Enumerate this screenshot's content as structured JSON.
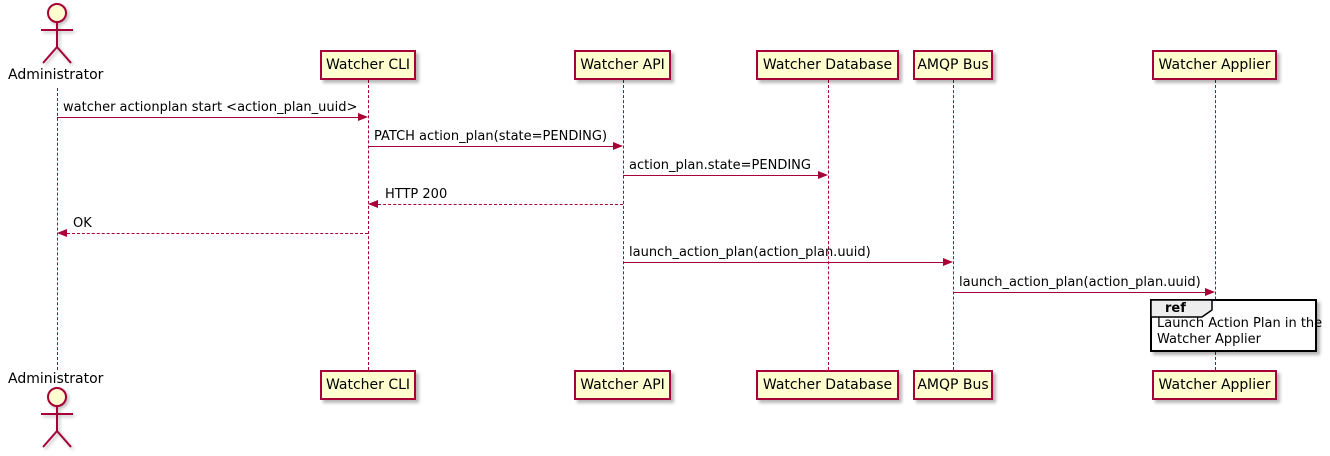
{
  "diagram_type": "sequence",
  "actor": {
    "name": "Administrator"
  },
  "participants": [
    {
      "name": "Watcher CLI"
    },
    {
      "name": "Watcher API"
    },
    {
      "name": "Watcher Database"
    },
    {
      "name": "AMQP Bus"
    },
    {
      "name": "Watcher Applier"
    }
  ],
  "messages": [
    {
      "from": "Administrator",
      "to": "Watcher CLI",
      "text": "watcher actionplan start <action_plan_uuid>",
      "line": "solid"
    },
    {
      "from": "Watcher CLI",
      "to": "Watcher API",
      "text": "PATCH action_plan(state=PENDING)",
      "line": "solid"
    },
    {
      "from": "Watcher API",
      "to": "Watcher Database",
      "text": "action_plan.state=PENDING",
      "line": "solid"
    },
    {
      "from": "Watcher API",
      "to": "Watcher CLI",
      "text": "HTTP 200",
      "line": "dashed"
    },
    {
      "from": "Watcher CLI",
      "to": "Administrator",
      "text": "OK",
      "line": "dashed"
    },
    {
      "from": "Watcher API",
      "to": "AMQP Bus",
      "text": "launch_action_plan(action_plan.uuid)",
      "line": "solid"
    },
    {
      "from": "AMQP Bus",
      "to": "Watcher Applier",
      "text": "launch_action_plan(action_plan.uuid)",
      "line": "solid"
    }
  ],
  "ref_fragment": {
    "keyword": "ref",
    "lines": [
      "Launch Action Plan in the",
      "Watcher Applier"
    ]
  },
  "colors": {
    "accent": "#A80036",
    "participant_fill": "#FEFECE",
    "ref_header_fill": "#EEEEEE",
    "lifeline": "#A80036",
    "background": "#FFFFFF"
  }
}
